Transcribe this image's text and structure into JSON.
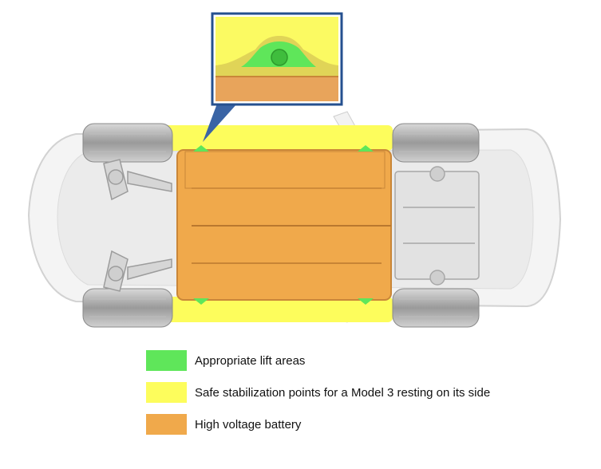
{
  "colors": {
    "lift": "#5fe65a",
    "stabilization": "#fdfd5c",
    "battery": "#f0a94b",
    "inset_border": "#25508f"
  },
  "legend": [
    {
      "label": "Appropriate lift areas",
      "color": "#5fe65a"
    },
    {
      "label": "Safe stabilization points for a Model 3 resting on its side",
      "color": "#fdfd5c"
    },
    {
      "label": "High voltage battery",
      "color": "#f0a94b"
    }
  ]
}
